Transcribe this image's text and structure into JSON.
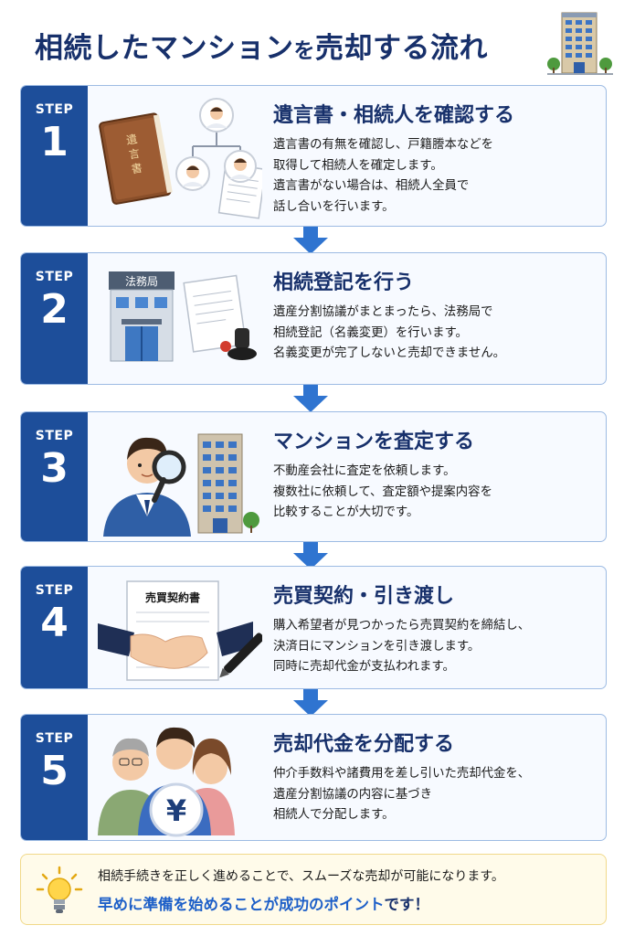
{
  "header": {
    "title_main": "相続したマンション",
    "title_particle": "を",
    "title_tail": "売却する流れ"
  },
  "steps": [
    {
      "label": "STEP",
      "number": "1",
      "title": "遺言書・相続人を確認する",
      "lines": [
        "遺言書の有無を確認し、戸籍謄本などを",
        "取得して相続人を確定します。",
        "遺言書がない場合は、相続人全員で",
        "話し合いを行います。"
      ],
      "book_text": "遺言書"
    },
    {
      "label": "STEP",
      "number": "2",
      "title": "相続登記を行う",
      "lines": [
        "遺産分割協議がまとまったら、法務局で",
        "相続登記（名義変更）を行います。",
        "名義変更が完了しないと売却できません。"
      ],
      "sign_text": "法務局"
    },
    {
      "label": "STEP",
      "number": "3",
      "title": "マンションを査定する",
      "lines": [
        "不動産会社に査定を依頼します。",
        "複数社に依頼して、査定額や提案内容を",
        "比較することが大切です。"
      ]
    },
    {
      "label": "STEP",
      "number": "4",
      "title": "売買契約・引き渡し",
      "lines": [
        "購入希望者が見つかったら売買契約を締結し、",
        "決済日にマンションを引き渡します。",
        "同時に売却代金が支払われます。"
      ],
      "doc_text": "売買契約書"
    },
    {
      "label": "STEP",
      "number": "5",
      "title": "売却代金を分配する",
      "lines": [
        "仲介手数料や諸費用を差し引いた売却代金を、",
        "遺産分割協議の内容に基づき",
        "相続人で分配します。"
      ],
      "coin_text": "¥"
    }
  ],
  "tip": {
    "line1": "相続手続きを正しく進めることで、スムーズな売却が可能になります。",
    "line2_highlight": "早めに準備を始めることが成功のポイント",
    "line2_tail": "です！"
  },
  "colors": {
    "navy": "#17306b",
    "badge_blue": "#1d4e9a",
    "arrow_blue": "#2f74d0",
    "tip_bg": "#fffbea"
  }
}
